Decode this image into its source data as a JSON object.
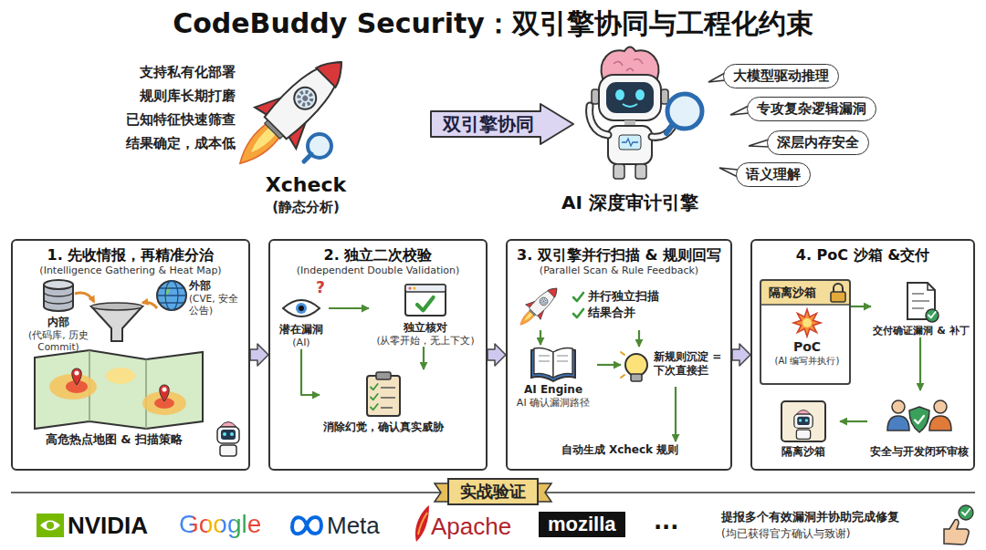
{
  "diagram": {
    "title": "CodeBuddy Security：双引擎协同与工程化约束",
    "nodes": [
      {
        "text": [
          "双引擎协同"
        ]
      },
      {
        "text": [
          "大模型驱动推理"
        ]
      },
      {
        "text": [
          "专攻复杂逻辑漏洞"
        ]
      },
      {
        "text": [
          "深层内存安全"
        ]
      },
      {
        "text": [
          "语义理解"
        ]
      },
      {
        "text": [
          "1. 先收情报，再精准分治",
          "(Intelligence Gathering & Heat Map)"
        ]
      },
      {
        "text": [
          "内部",
          "(代码库, 历史 Commit)"
        ],
        "in": 5
      },
      {
        "text": [
          "外部",
          "(CVE, 安全公告)"
        ],
        "in": 5
      },
      {
        "text": [
          "高危热点地图 & 扫描策略"
        ],
        "in": 5
      },
      {
        "text": [
          "2. 独立二次校验",
          "(Independent Double Validation)"
        ]
      },
      {
        "text": [
          "潜在漏洞",
          "(AI)"
        ],
        "in": 9
      },
      {
        "text": [
          "独立核对",
          "(从零开始，无上下文)"
        ],
        "in": 9
      },
      {
        "text": [
          "消除幻觉，确认真实威胁"
        ],
        "in": 9
      },
      {
        "text": [
          "3. 双引擎并行扫描 & 规则回写",
          "(Parallel Scan & Rule Feedback)"
        ]
      },
      {
        "text": [
          "并行独立扫描",
          "结果合并"
        ],
        "in": 13
      },
      {
        "text": [
          "AI Engine",
          "AI 确认漏洞路径"
        ],
        "in": 13
      },
      {
        "text": [
          "新规则沉淀 = 下次直接拦"
        ],
        "in": 13
      },
      {
        "text": [
          "自动生成 Xcheck 规则"
        ],
        "in": 13
      },
      {
        "text": [
          "4. PoC 沙箱 &交付"
        ]
      },
      {
        "text": [
          "隔离沙箱"
        ],
        "in": 18
      },
      {
        "text": [
          "PoC",
          "(AI 编写并执行)"
        ],
        "in": 19
      },
      {
        "text": [
          "交付确证漏洞 & 补丁"
        ],
        "in": 18
      },
      {
        "text": [
          "隔离沙箱"
        ],
        "in": 18
      },
      {
        "text": [
          "安全与开发闭环审核"
        ],
        "in": 18
      },
      {
        "text": [
          "实战验证"
        ]
      }
    ],
    "edges": [
      {
        "from": 5,
        "to": 9,
        "arrow": "to"
      },
      {
        "from": 9,
        "to": 13,
        "arrow": "to"
      },
      {
        "from": 13,
        "to": 18,
        "arrow": "to"
      },
      {
        "from": 10,
        "to": 11,
        "arrow": "to"
      },
      {
        "from": 10,
        "to": 12,
        "arrow": "to"
      },
      {
        "from": 11,
        "to": 12,
        "arrow": "to"
      },
      {
        "from": 14,
        "to": 15,
        "arrow": "to"
      },
      {
        "from": 14,
        "to": 16,
        "arrow": "to"
      },
      {
        "from": 15,
        "to": 16,
        "arrow": "to"
      },
      {
        "from": 16,
        "to": 17,
        "arrow": "to"
      },
      {
        "from": 19,
        "to": 21,
        "arrow": "to"
      },
      {
        "from": 21,
        "to": 23,
        "arrow": "to"
      },
      {
        "from": 23,
        "to": 22,
        "arrow": "to"
      }
    ],
    "labels": [
      "支持私有化部署",
      "规则库长期打磨",
      "已知特征快速筛查",
      "结果确定，成本低",
      "Xcheck",
      "(静态分析)",
      "AI 深度审计引擎",
      "?",
      "NVIDIA",
      "Google",
      "Meta",
      "Apache",
      "mozilla",
      "...",
      "提报多个有效漏洞并协助完成修复",
      "(均已获得官方确认与致谢)"
    ]
  }
}
